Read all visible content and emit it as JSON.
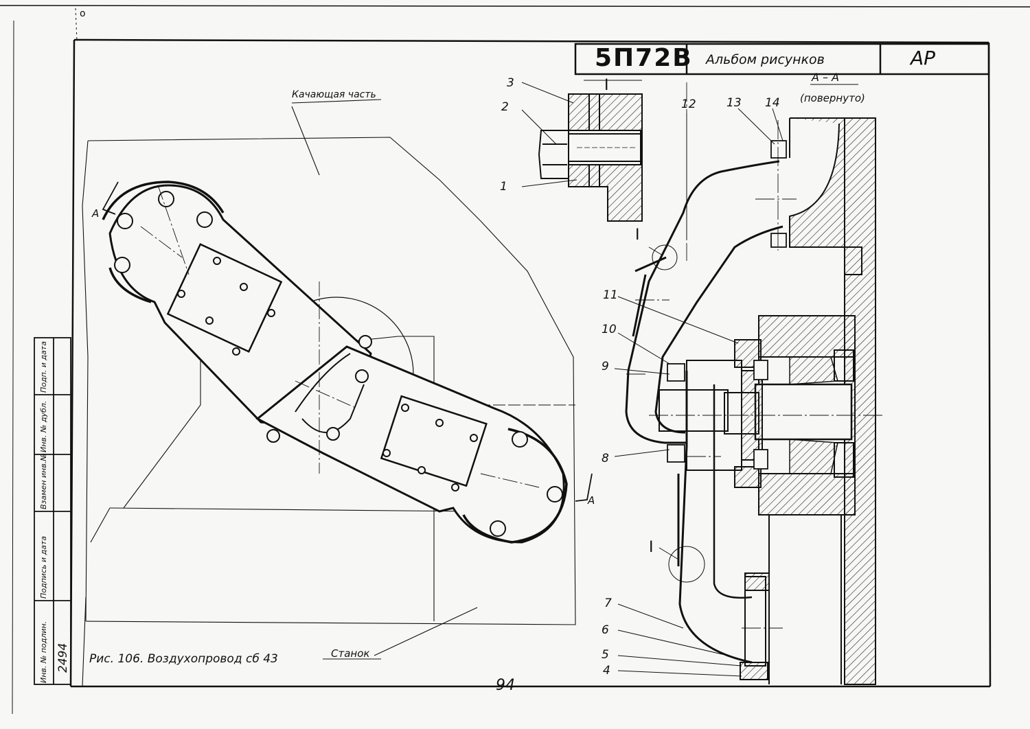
{
  "title_block": {
    "code": "5П72В",
    "album": "Альбом рисунков",
    "stamp": "АР"
  },
  "section": {
    "title": "А – А",
    "subtitle": "(повернуто)"
  },
  "left_view": {
    "swinging_part_label": "Качающая часть",
    "stand_label": "Станок",
    "section_mark_top": "А",
    "section_mark_bottom": "А"
  },
  "detail_mark": "I",
  "detail_callouts": [
    "1",
    "2",
    "3"
  ],
  "section_callouts": [
    "4",
    "5",
    "6",
    "7",
    "8",
    "9",
    "10",
    "11",
    "12",
    "13",
    "14"
  ],
  "caption": "Рис. 106. Воздухопровод сб 43",
  "page_number": "94",
  "side_stamp": {
    "cells": [
      "Инв. № подлин.",
      "Подпись и дата",
      "Взамен инв.№",
      "Инв. № дубл.",
      "Подп. и дата"
    ],
    "inventory_number": "2494"
  },
  "corner_mark": "о"
}
